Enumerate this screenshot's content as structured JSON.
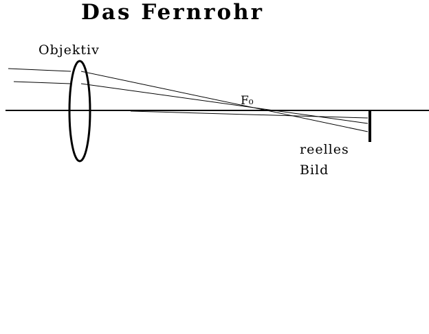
{
  "title": "Das Fernrohr",
  "labels": {
    "objective": "Objektiv",
    "focal_point": "F₀",
    "image_line1": "reelles",
    "image_line2": "Bild"
  }
}
